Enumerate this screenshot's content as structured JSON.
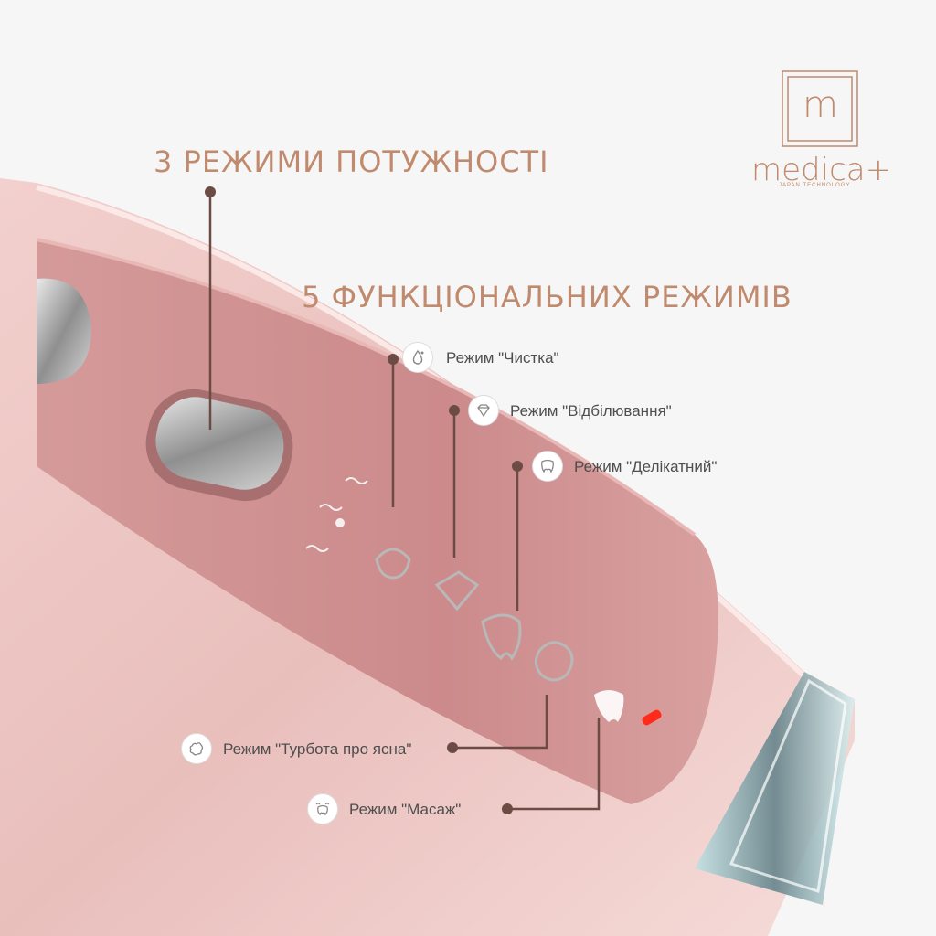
{
  "headings": {
    "power_modes": "3 РЕЖИМИ ПОТУЖНОСТІ",
    "function_modes": "5 ФУНКЦІОНАЛЬНИХ РЕЖИМІВ"
  },
  "modes": [
    {
      "label": "Режим \"Чистка\"",
      "icon": "water-drop-icon"
    },
    {
      "label": "Режим \"Відбілювання\"",
      "icon": "diamond-icon"
    },
    {
      "label": "Режим \"Делікатний\"",
      "icon": "tooth-icon"
    },
    {
      "label": "Режим \"Турбота про ясна\"",
      "icon": "gum-icon"
    },
    {
      "label": "Режим \"Масаж\"",
      "icon": "massage-tooth-icon"
    }
  ],
  "logo": {
    "brand": "medica+",
    "monogram": "m",
    "tagline": "JAPAN TECHNOLOGY"
  },
  "colors": {
    "accent": "#c08a6e",
    "body_pink": "#e3b0ad",
    "panel_pink": "#cf8e8e",
    "led_red": "#ff2a1a"
  }
}
